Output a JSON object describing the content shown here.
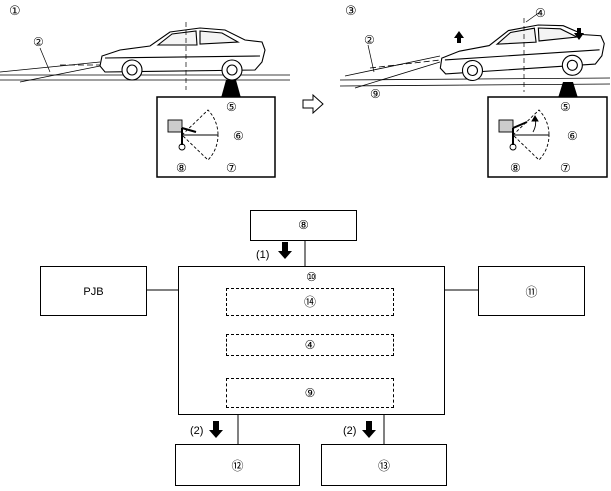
{
  "top": {
    "left_panel": {
      "number": "①",
      "callouts": [
        "②",
        "⑤",
        "⑥",
        "⑦",
        "⑧"
      ]
    },
    "right_panel": {
      "number": "③",
      "callouts": [
        "④",
        "②",
        "⑨",
        "⑤",
        "⑥",
        "⑦",
        "⑧"
      ]
    },
    "transition_arrow": "right-hollow-arrow-icon"
  },
  "block_diagram": {
    "sensor": "⑧",
    "controller": "⑩",
    "controller_steps": [
      "⑭",
      "④",
      "⑨"
    ],
    "left_unit": "PJB",
    "right_unit": "⑪",
    "outputs": [
      "⑫",
      "⑬"
    ],
    "signal_labels": {
      "input": "(1)",
      "output_left": "(2)",
      "output_right": "(2)"
    }
  }
}
